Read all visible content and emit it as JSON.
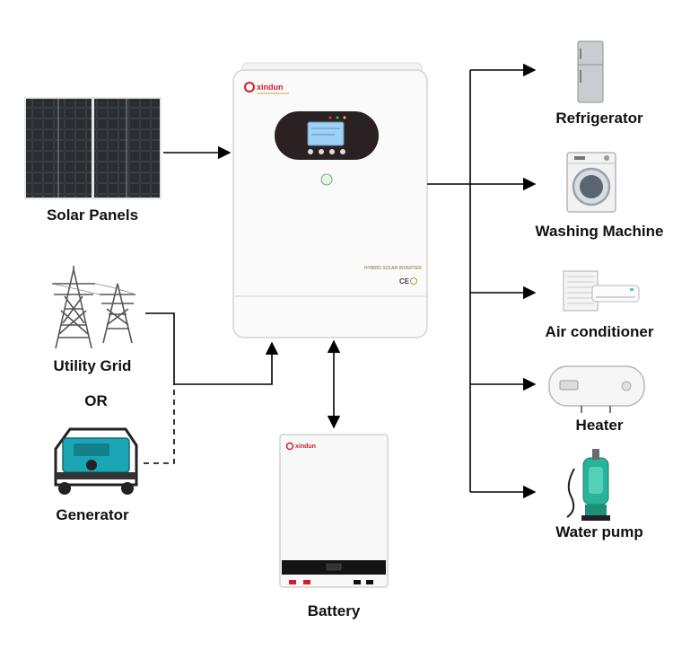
{
  "labels": {
    "solar_panels": "Solar Panels",
    "utility_grid": "Utility Grid",
    "or": "OR",
    "generator": "Generator",
    "battery": "Battery",
    "refrigerator": "Refrigerator",
    "washing_machine": "Washing Machine",
    "air_conditioner": "Air conditioner",
    "heater": "Heater",
    "water_pump": "Water pump"
  },
  "inverter": {
    "brand": "xindun",
    "product_text": "HYBRID SOLAR INVERTER",
    "cert_mark": "CE"
  },
  "battery_unit": {
    "brand": "xindun"
  },
  "colors": {
    "line": "#000000",
    "label_text": "#111111",
    "brand_red": "#d0202a",
    "display_blue": "#9fd0f5",
    "generator_teal": "#1aa6b5",
    "pump_green": "#2bb39a"
  }
}
